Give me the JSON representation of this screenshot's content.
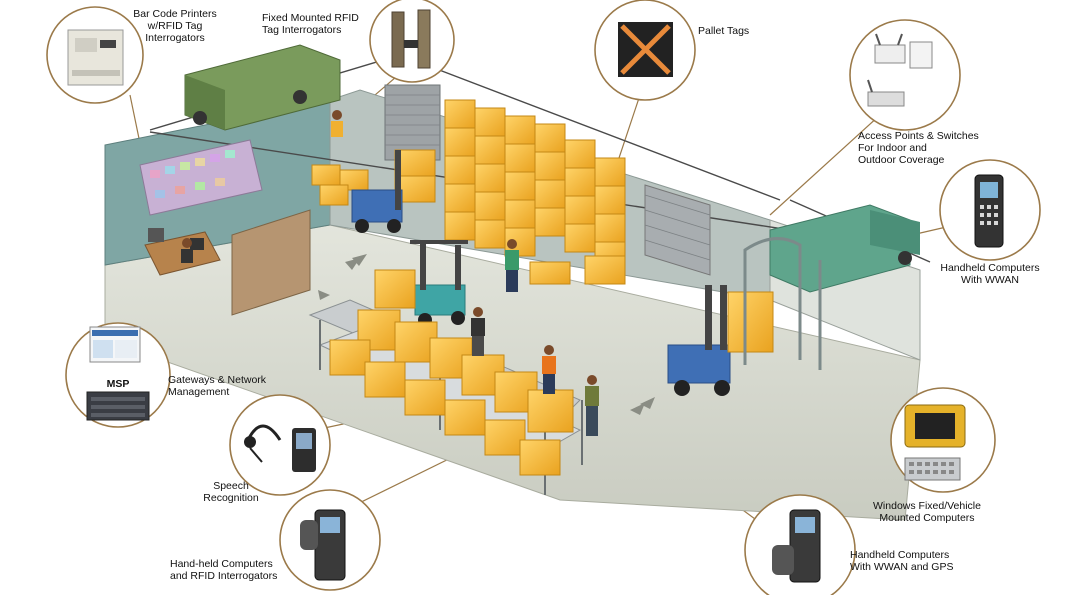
{
  "labels": {
    "barcode_printers": "Bar Code Printers\nw/RFID Tag\nInterrogators",
    "fixed_rfid": "Fixed Mounted RFID\nTag Interrogators",
    "pallet_tags": "Pallet Tags",
    "access_points": "Access Points & Switches\nFor Indoor and\nOutdoor Coverage",
    "handheld_wwan": "Handheld Computers\nWith WWAN",
    "gateways": "Gateways & Network\nManagement",
    "msp": "MSP",
    "speech": "Speech\nRecognition",
    "handheld_rfid": "Hand-held Computers\nand RFID Interrogators",
    "vehicle_computers": "Windows Fixed/Vehicle\nMounted Computers",
    "handheld_gps": "Handheld Computers\nWith WWAN and GPS"
  },
  "colors": {
    "floor": "#d9dcd2",
    "wall_teal": "#7fa6a4",
    "box_orange": "#f4b630",
    "forklift_blue": "#3f6fb5",
    "truck_green": "#7a9b5c",
    "callout_line": "#8a6a40"
  }
}
